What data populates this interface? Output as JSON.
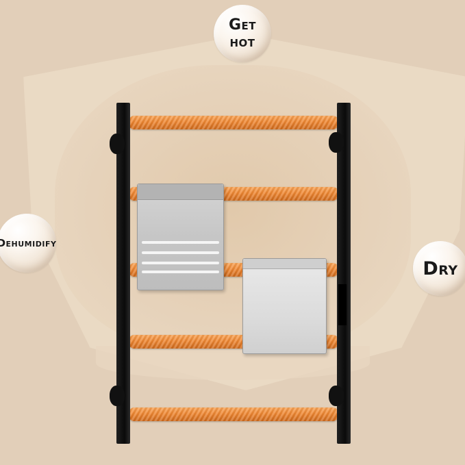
{
  "labels": {
    "get_hot": "Get hot",
    "dehumidify": "Dehumidify",
    "dry": "Dry"
  },
  "colors": {
    "background": "#e2cfb9",
    "rod": "#ef8732",
    "frame": "#111111",
    "towel_gray": "#c6c6c6",
    "towel_white": "#e0e0e0"
  }
}
